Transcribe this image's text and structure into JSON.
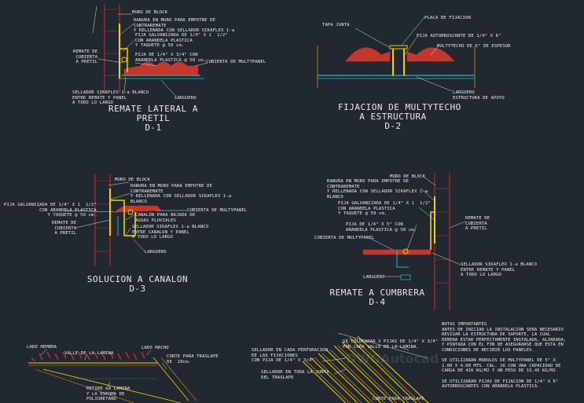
{
  "colors": {
    "background": "#212830",
    "text": "#eaeaea",
    "yellow": "#f0d000",
    "red": "#d8242c",
    "cyan": "#2fb5c5",
    "orange": "#e08a1a",
    "magenta": "#d040d0",
    "blue": "#3070e0"
  },
  "d1": {
    "muro": "MURO DE BLOCK",
    "ranura": "RANURA EN MURO PARA EMPOTRE DE\nCONTRAREMATE\nY RELLENADA CON SELLADOR SIKAFLEX 1-a",
    "puja": "PIJA GALVANIZADA DE 1/4\" X 1  1/2\"\nCON ARANDELA PLASTICA\nY TAQUETE @ 50 cm.",
    "remate": "REMATE DE\nCUBIERTA\nA PRETIL",
    "pija2": "PIJA DE 1/4\" X 3/4\" CON\nARANDELA PLASTICA @ 50 cm.",
    "cubierta": "CUBIERTA DE MULTYPANEL",
    "sellador": "SELLADOR SIKAFLEX 1-a BLANCO\nENTRE REMATE Y PANEL\nA TODO LO LARGO",
    "larguero": "LARGUERO",
    "title": "REMATE LATERAL A\nPRETIL\nD-1"
  },
  "d2": {
    "placa": "PLACA DE FIJACION",
    "tapa": "TAPA JUNTA",
    "pija": "PIJA AUTORROSCANTE DE 1/4\" X 6\"",
    "multitecho": "MULTYTECHO DE 5\" DE ESPESOR",
    "larguero": "LARGUERO\nESTRUCTURA DE APOYO",
    "title": "FIJACION DE MULTYTECHO\nA ESTRUCTURA\nD-2"
  },
  "d3": {
    "muro": "MURO DE BLOCK",
    "ranura": "RANURA EN MURO PARA EMPOTRE DE\nCONTRAREMATE\nY RELLENADA CON SELLADOR SIKAFLEX 1-a\nBLANCO",
    "pija": "PIJA GALVANIZADA DE 1/4\" X 1  1/2\"\nCON ARANDELA PLASTICA\nY TAQUETE @ 50 cm.",
    "remate": "REMATE DE\nCUBIERTA\nA PRETIL",
    "cubierta": "CUBIERTA DE MULTYPANEL",
    "canalon": "CANALON PARA BAJADA DE\nAGUAS PLUVIALES",
    "sellador": "SELLADOR SIKAFLEX 1-a BLANCO\nENTRE CANALON Y PANEL\nA TODO LO LARGO",
    "larguero": "LARGUERO",
    "title": "SOLUCION A CANALON\nD-3"
  },
  "d4": {
    "muro": "MURO DE BLOCK",
    "ranura": "RANURA EN MURO PARA EMPOTRE DE\nCONTRAREMATE\nY RELLENADA CON SELLADOR SIKAFLEX 1-a\nBLANCO",
    "pija": "PIJA GALVANIZADA DE 1/4\" X 1  1/2\"\nCON ARANDELA PLASTICA\nY TAQUETE @ 50 cm.",
    "pija2": "PIJA DE 1/4\" X 5\" CON\nARANDELA PLASTICA @ 50 cm.",
    "remate": "REMATE DE\nCUBIERTA\nA PRETIL",
    "cubierta": "CUBIERTA DE MULTYPANEL",
    "sellador": "SELLADOR SIKAFLEX 1-a BLANCO\nENTRE REMATE Y PANEL\nA TODO LO LARGO",
    "larguero": "LARGUERO",
    "title": "REMATE A CUMBRERA\nD-4"
  },
  "d5": {
    "hembra": "LADO HEMBRA",
    "valle": "VALLE DE LA LAMINA",
    "macho": "LADO MACHO",
    "corte": "CORTE PARA TRASLAPE\nDE  20cm.",
    "retire": "RETIRE LA LAMINA\nY LA ESPUMA DE\nPOLIURETANO"
  },
  "d6": {
    "sellador1": "SELLADOR EN CADA PERFORACION\nDE LAS FIJACIONES\nCON PIJA DE 1/4\" X 3/4\"",
    "colocaran": "SE COLOCARAN 2 PIJAS DE 1/4\" X 3/4\"\nPOR CADA VALLE DE LA LAMINA.",
    "sellador2": "SELLADOR EN TODA LA JUNTA\nDEL TRASLAPE",
    "corte": "CORTE PARA TRASLAPE"
  },
  "notes": {
    "text": "NOTAS IMPORTANTES\nANTES DE INICIAR LA INSTALACION SERA NECESARIO\nREVISAR LA ESTRUCTURA DE SOPORTE, LA CUAL\nDEBERA ESTAR PERFECTAMENTE INSTALADA, ALINEADA,\nY PINTADA CON EL FIN DE ASEGURARSE QUE ESTA EN\nCONDICIONES DE RECIBIR LOS PANELES.\n\nSE UTILIZARAN MODULOS DE MULTYPANEL DE 5\" X\n1.00 X 4.00 MTS. CAL. 26 CON UNA CAPACIDAD DE\nCARGA DE 420 KG/M2 Y UN PESO DE 15.45 KG/M2\n\nSE UTILIZARAN PIJAS DE FIJACION DE 1/4\" X 6\"\nAUTORROSCANTES CON ARANDELA PLASTICA."
  }
}
